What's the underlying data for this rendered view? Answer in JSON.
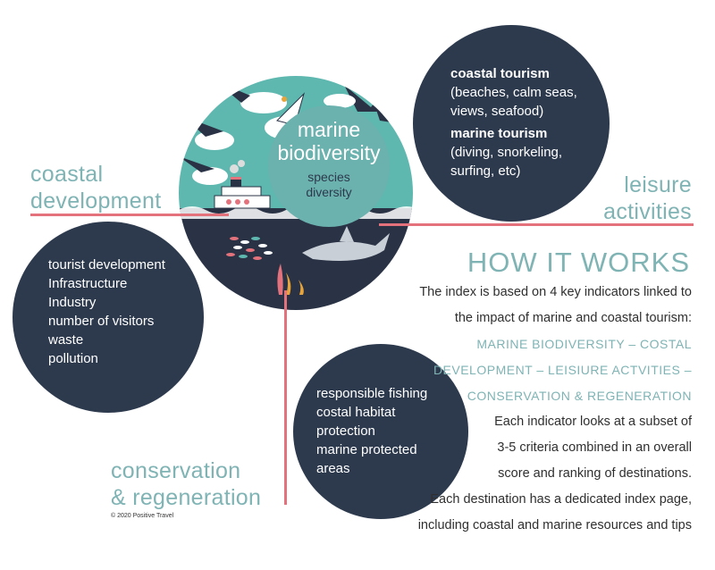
{
  "center": {
    "title_line1": "marine",
    "title_line2": "biodiversity",
    "subtitle_line1": "species",
    "subtitle_line2": "diversity"
  },
  "labels": {
    "coastal_line1": "coastal",
    "coastal_line2": "development",
    "leisure_line1": "leisure",
    "leisure_line2": "activities",
    "conservation_line1": "conservation",
    "conservation_line2": "& regeneration"
  },
  "leisure_circle": {
    "heading1": "coastal tourism",
    "text1_line1": "(beaches, calm seas,",
    "text1_line2": "views, seafood)",
    "heading2": "marine tourism",
    "text2_line1": "(diving, snorkeling,",
    "text2_line2": "surfing, etc)"
  },
  "coastal_circle": {
    "items": [
      "tourist development",
      "Infrastructure",
      "Industry",
      "number of visitors",
      "waste",
      "pollution"
    ]
  },
  "conservation_circle": {
    "items": [
      "responsible fishing",
      "costal habitat",
      "protection",
      "marine protected",
      "areas"
    ]
  },
  "how_it_works": {
    "title": "HOW IT WORKS",
    "lines": [
      "The index is based on 4 key indicators linked to",
      "the impact of marine and coastal tourism:",
      "MARINE BIODIVERSITY – COSTAL",
      "DEVELOPMENT – LEISIURE ACTVITIES –",
      "CONSERVATION & REGENERATION",
      "Each indicator looks at a subset of",
      "3-5 criteria combined in an overall",
      "score and ranking of destinations.",
      "Each destination has a dedicated index page,",
      "including coastal and marine resources and tips"
    ]
  },
  "copyright": "© 2020 Positive Travel",
  "colors": {
    "teal": "#7fb3b4",
    "navy": "#2d3a4e",
    "red_line": "#e4727c",
    "sky": "#5fb8b0",
    "sea_dark": "#2a3346"
  }
}
